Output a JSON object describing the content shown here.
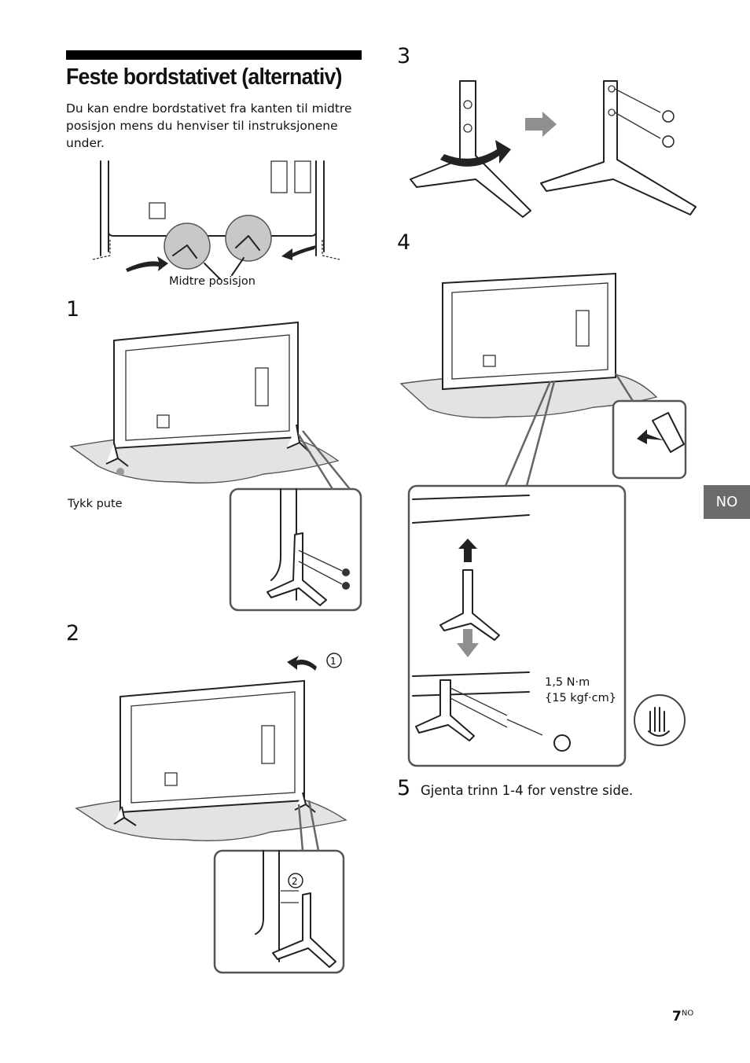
{
  "page": {
    "title": "Feste bordstativet (alternativ)",
    "intro": "Du kan endre bordstativet fra kanten til midtre posisjon mens du henviser til instruksjonene under.",
    "language_tab": "NO",
    "page_number": "7",
    "page_number_suffix": "NO"
  },
  "figures": {
    "intro_label": "Midtre posisjon",
    "step1_label": "Tykk pute",
    "step2_marker1": "1",
    "step2_marker2": "2",
    "step4_torque_line1": "1,5 N·m",
    "step4_torque_line2": "{15 kgf·cm}"
  },
  "steps": [
    {
      "number": "1"
    },
    {
      "number": "2"
    },
    {
      "number": "3"
    },
    {
      "number": "4"
    },
    {
      "number": "5",
      "text": "Gjenta trinn 1-4 for venstre side."
    }
  ]
}
